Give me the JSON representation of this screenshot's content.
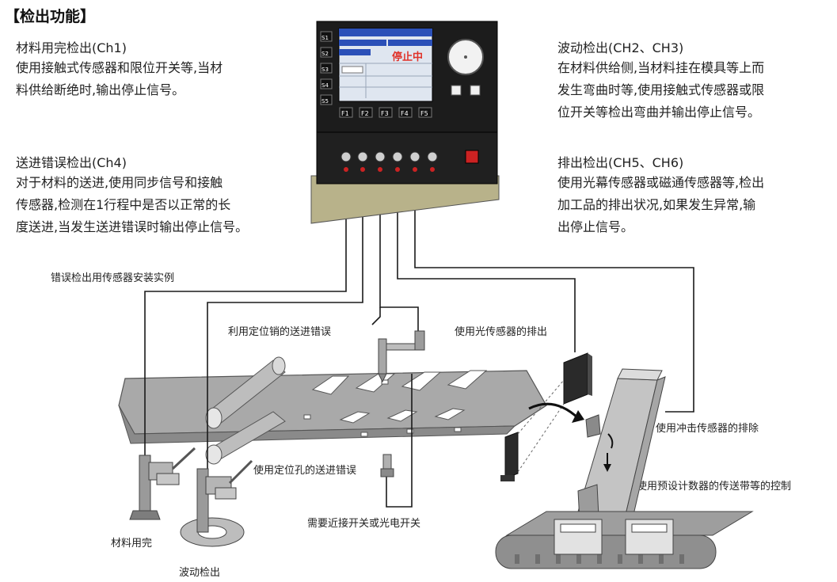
{
  "heading": "【检出功能】",
  "blocks": {
    "ch1": {
      "title": "材料用完检出(Ch1)",
      "lines": [
        "使用接触式传感器和限位开关等,当材",
        "料供给断绝时,输出停止信号。"
      ]
    },
    "ch4": {
      "title": "送进错误检出(Ch4)",
      "lines": [
        "对于材料的送进,使用同步信号和接触",
        "传感器,检测在1行程中是否以正常的长",
        "度送进,当发生送进错误时输出停止信号。"
      ]
    },
    "ch23": {
      "title": "波动检出(CH2、CH3)",
      "lines": [
        "在材料供给侧,当材料挂在模具等上而",
        "发生弯曲时等,使用接触式传感器或限",
        "位开关等检出弯曲并输出停止信号。"
      ]
    },
    "ch56": {
      "title": "排出检出(CH5、CH6)",
      "lines": [
        "使用光幕传感器或磁通传感器等,检出",
        "加工品的排出状况,如果发生异常,输",
        "出停止信号。"
      ]
    }
  },
  "callouts": {
    "example": "错误检出用传感器安装实例",
    "pin_feed": "利用定位销的送进错误",
    "light_eject": "使用光传感器的排出",
    "impact_eject": "使用冲击传感器的排除",
    "preset_conveyor": "使用预设计数器的传送带等的控制",
    "hole_feed": "使用定位孔的送进错误",
    "proximity": "需要近接开关或光电开关",
    "material_out": "材料用完",
    "wave": "波动检出"
  },
  "device": {
    "side_buttons": [
      "S1",
      "S2",
      "S3",
      "S4",
      "S5"
    ],
    "bottom_buttons": [
      "F1",
      "F2",
      "F3",
      "F4",
      "F5"
    ],
    "status": "停止中"
  },
  "colors": {
    "device_body": "#1c1c1c",
    "screen": "#dfe6f0",
    "screen_header": "#2b50b8",
    "status_text": "#e0322a",
    "stop_button": "#cc2222",
    "plate": "#a9a9a9",
    "conveyor": "#8f8f8f"
  }
}
